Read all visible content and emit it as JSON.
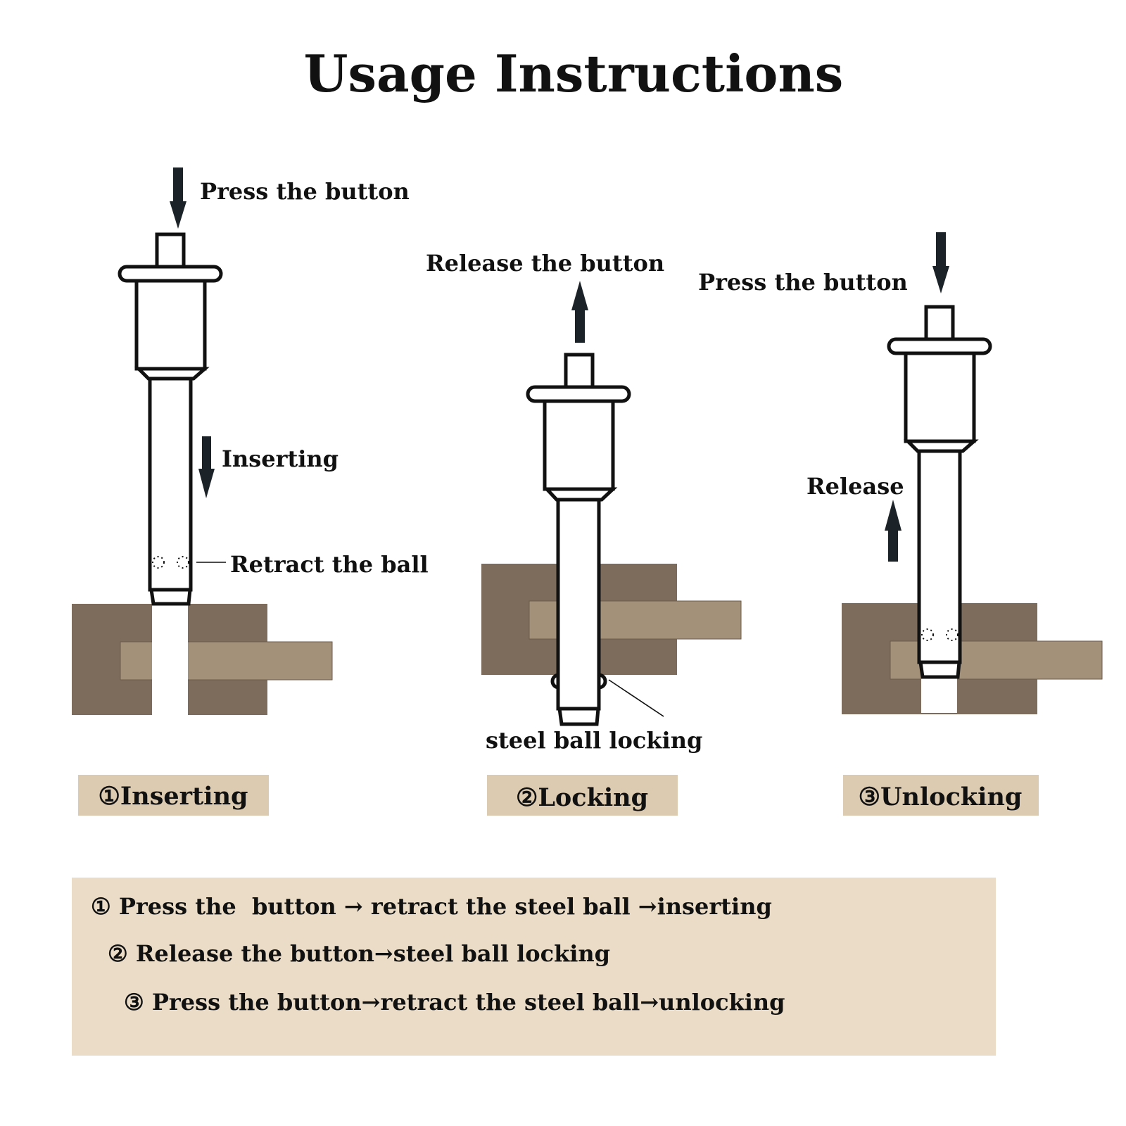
{
  "title": "Usage Instructions",
  "colors": {
    "block_dark": "#7d6b5b",
    "bar_light": "#a3917a",
    "step_tag_bg": "#ddcbb1",
    "summary_bg": "#eadcc6",
    "arrow": "#1c2328",
    "outline": "#111111"
  },
  "panel1": {
    "press_label": "Press the button",
    "inserting_label": "Inserting",
    "retract_label": "Retract the ball",
    "step_label": "①Inserting"
  },
  "panel2": {
    "release_label": "Release the button",
    "lock_label": "steel ball locking",
    "step_label": "②Locking"
  },
  "panel3": {
    "press_label": "Press the button",
    "release_label": "Release",
    "step_label": "③Unlocking"
  },
  "summary": {
    "line1": "① Press the  button → retract the steel ball →inserting",
    "line2": "② Release the button→steel ball locking",
    "line3": "③ Press the button→retract the steel ball→unlocking"
  }
}
